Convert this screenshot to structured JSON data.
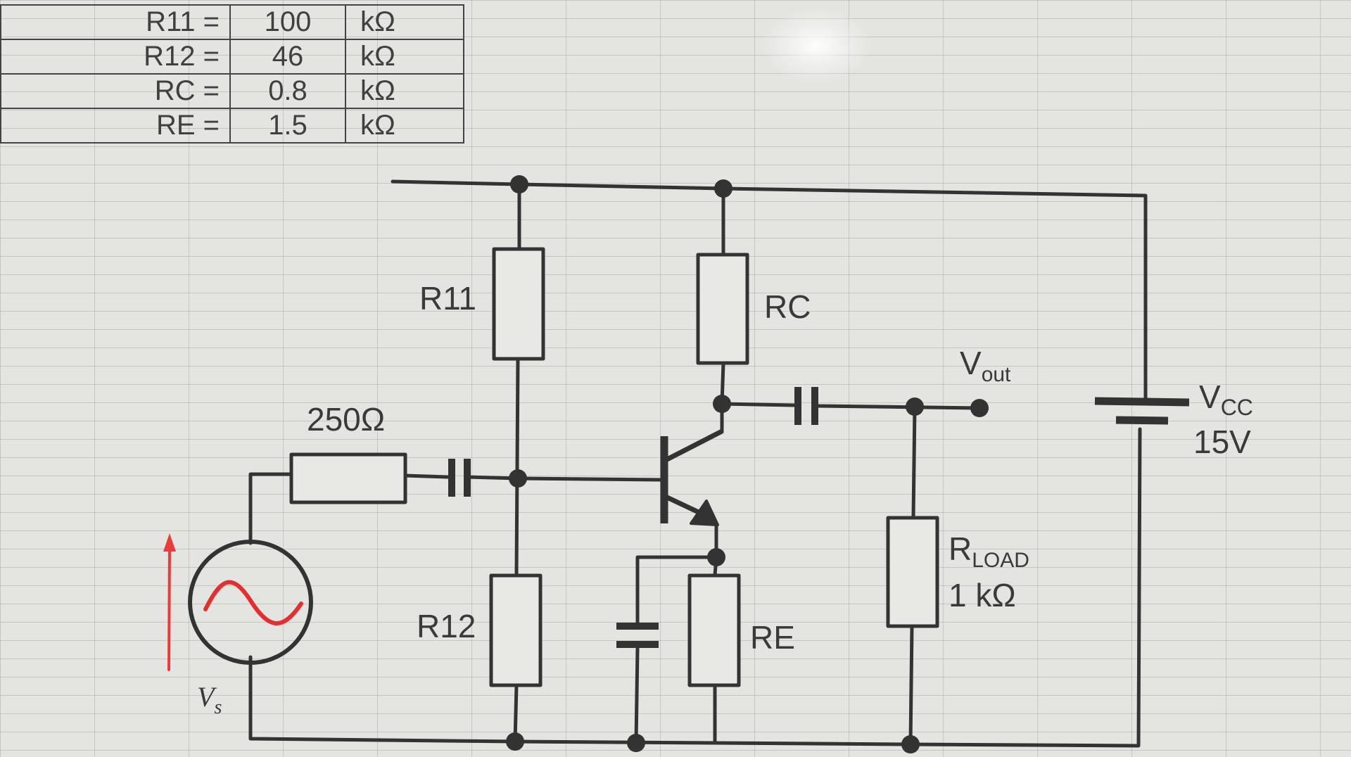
{
  "values_table": {
    "rows": [
      {
        "label": "R11 =",
        "value": "100",
        "unit": "kΩ"
      },
      {
        "label": "R12 =",
        "value": "46",
        "unit": "kΩ"
      },
      {
        "label": "RC =",
        "value": "0.8",
        "unit": "kΩ"
      },
      {
        "label": "RE =",
        "value": "1.5",
        "unit": "kΩ"
      }
    ]
  },
  "circuit": {
    "r11_label": "R11",
    "r12_label": "R12",
    "rc_label": "RC",
    "re_label": "RE",
    "source_resistor_label": "250Ω",
    "vout_label": "V",
    "vout_sub": "out",
    "vcc_label": "V",
    "vcc_sub": "CC",
    "vcc_value": "15V",
    "rload_label": "R",
    "rload_sub": "LOAD",
    "rload_value": "1 kΩ",
    "vs_label": "V",
    "vs_sub": "s"
  },
  "colors": {
    "wire": "#333333",
    "arrow": "#e83b3b",
    "sine": "#e03030"
  },
  "icons": [
    "resistor-icon",
    "capacitor-icon",
    "npn-transistor-icon",
    "ac-source-icon",
    "battery-icon"
  ]
}
